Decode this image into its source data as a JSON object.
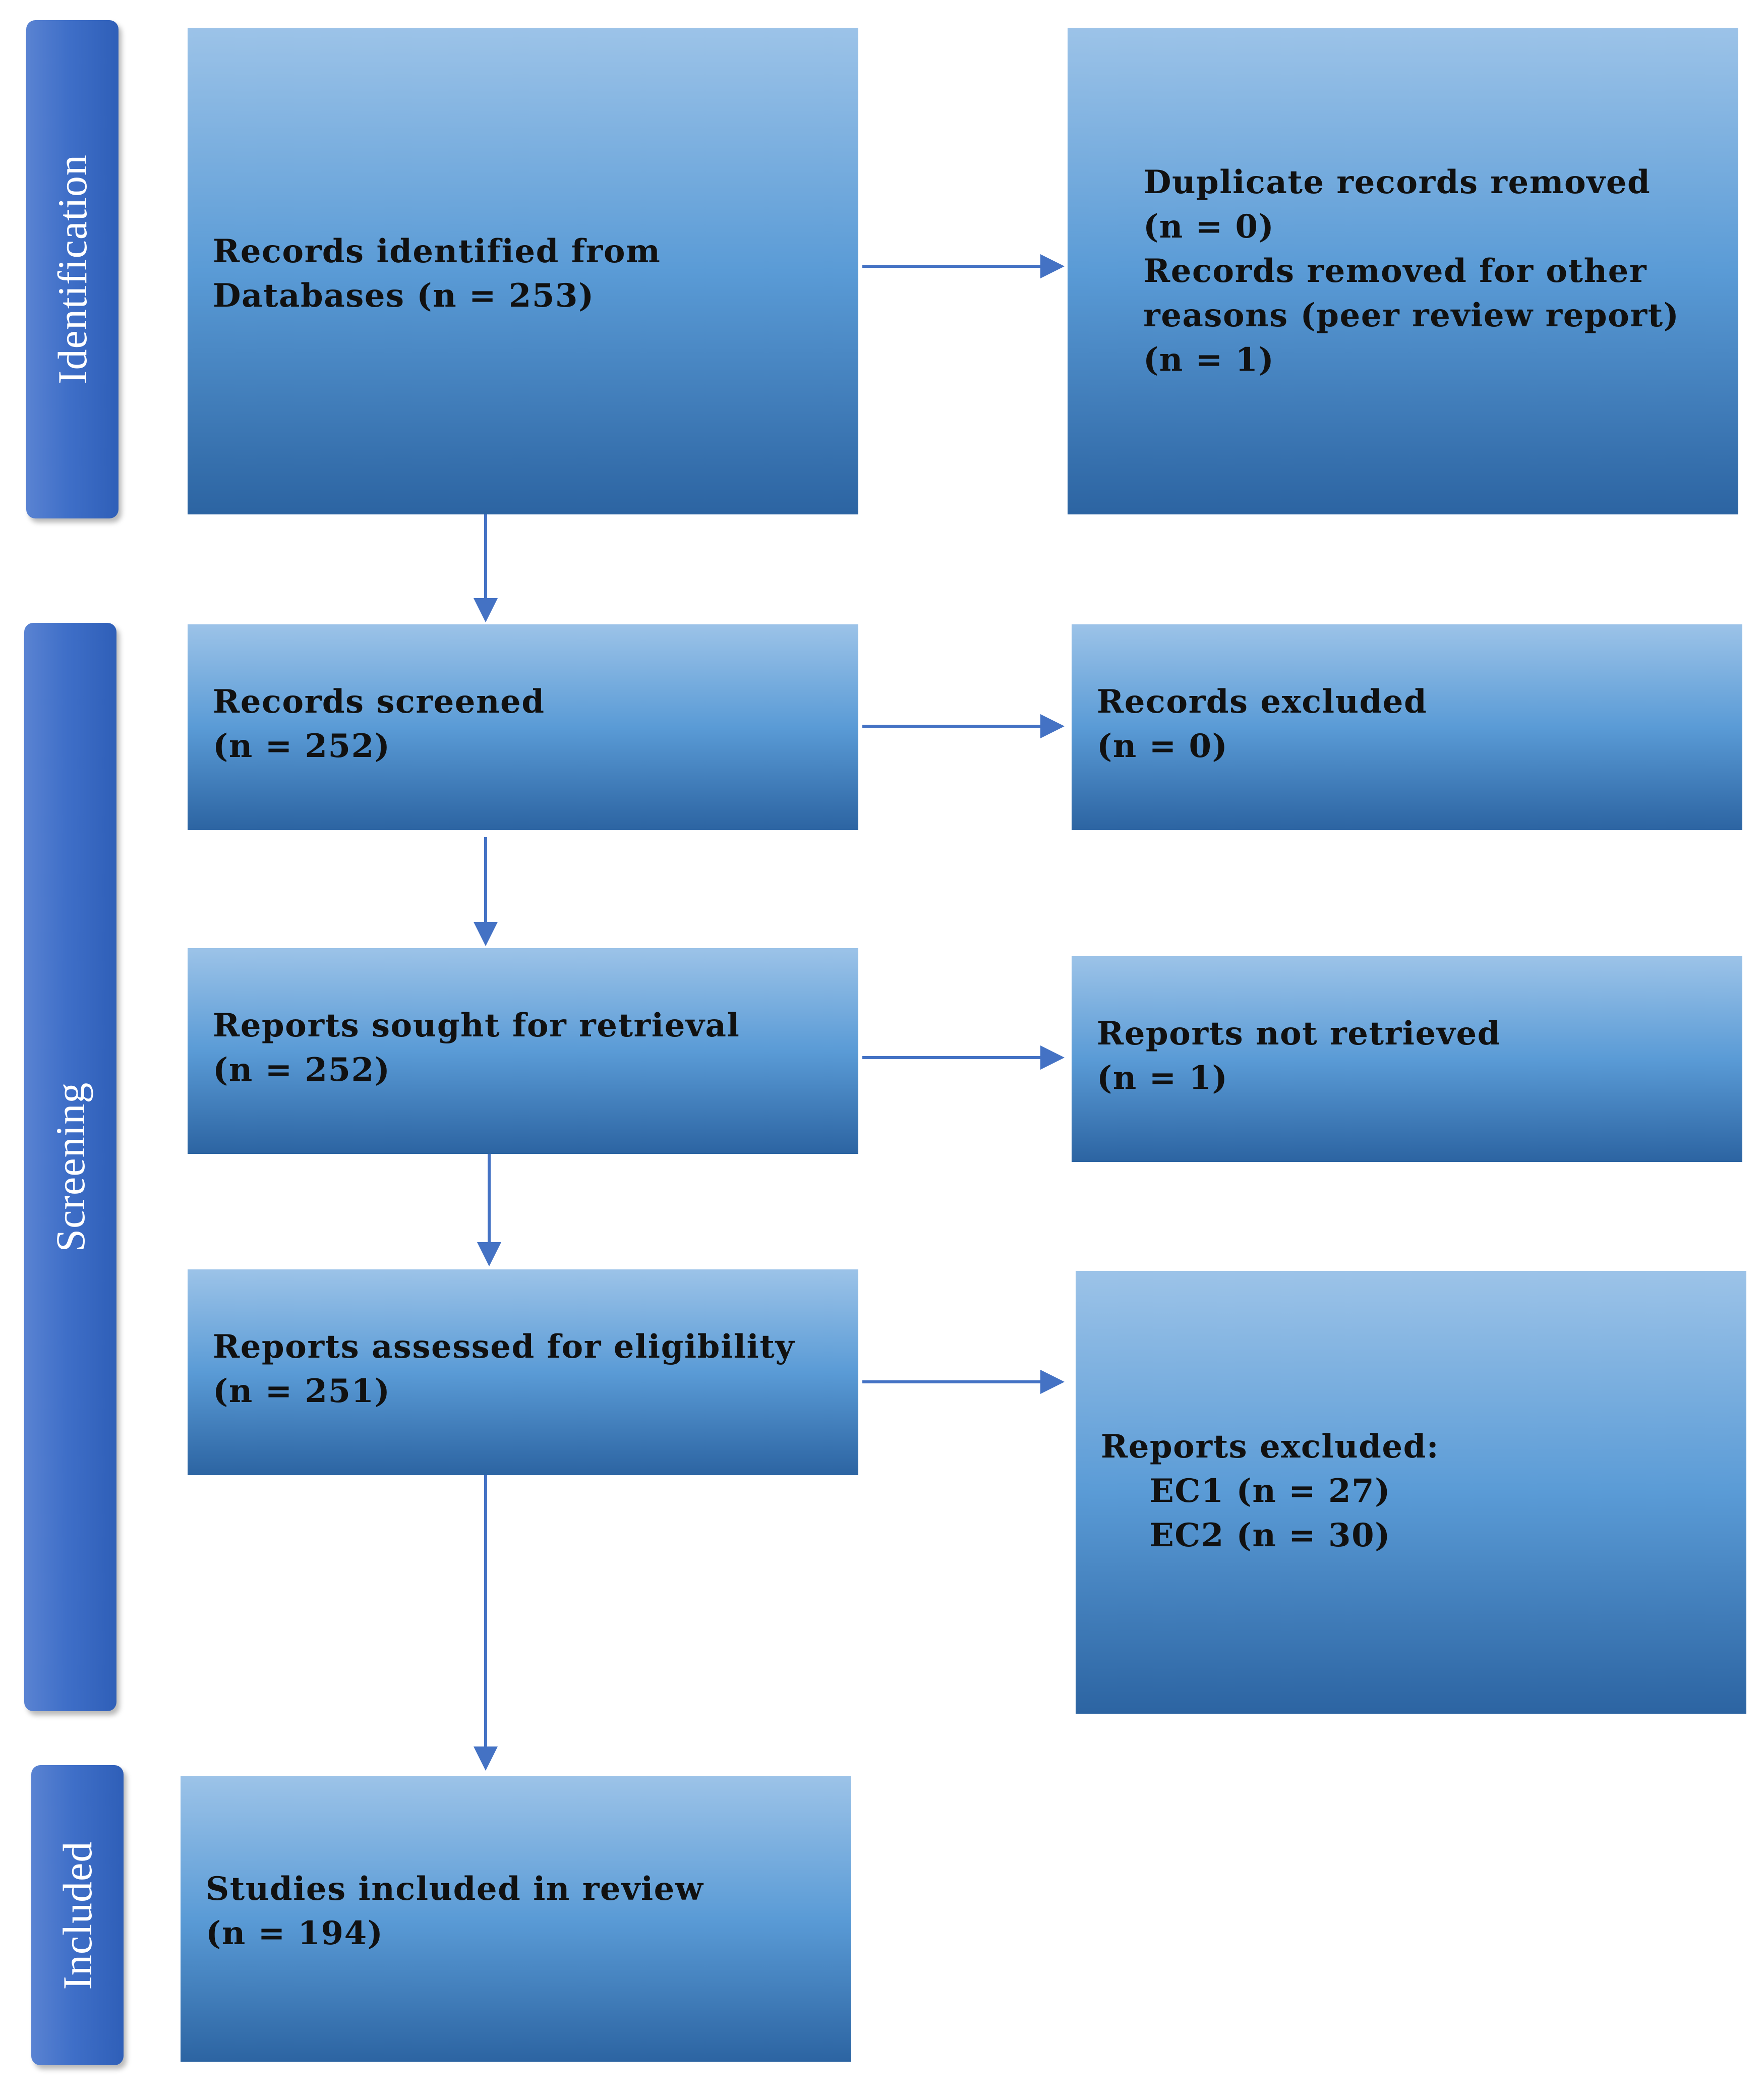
{
  "phases": {
    "identification": "Identification",
    "screening": "Screening",
    "included": "Included"
  },
  "boxes": {
    "records_identified": {
      "line1": "Records identified from",
      "line2": "Databases (n = 253)"
    },
    "removed_before_screening": {
      "line1": "Duplicate records removed",
      "line2": "(n = 0)",
      "line3": "Records removed for other",
      "line4": "reasons (peer review report)",
      "line5": "(n = 1)"
    },
    "records_screened": {
      "line1": "Records screened",
      "line2": "(n = 252)"
    },
    "records_excluded": {
      "line1": "Records excluded",
      "line2": "(n = 0)"
    },
    "reports_sought": {
      "line1": "Reports sought for retrieval",
      "line2": "(n = 252)"
    },
    "reports_not_retrieved": {
      "line1": "Reports not retrieved",
      "line2": "(n = 1)"
    },
    "reports_assessed": {
      "line1": "Reports assessed for eligibility",
      "line2": "(n = 251)"
    },
    "reports_excluded": {
      "line1": "Reports excluded:",
      "line2": "EC1 (n = 27)",
      "line3": "EC2 (n = 30)"
    },
    "studies_included": {
      "line1": "Studies included in review",
      "line2": "(n = 194)"
    }
  },
  "colors": {
    "box_top": "#9cc3e8",
    "box_mid": "#5a9bd6",
    "box_bottom": "#2c64a2",
    "phase": "#3f6fc8",
    "arrow": "#4472c4"
  }
}
